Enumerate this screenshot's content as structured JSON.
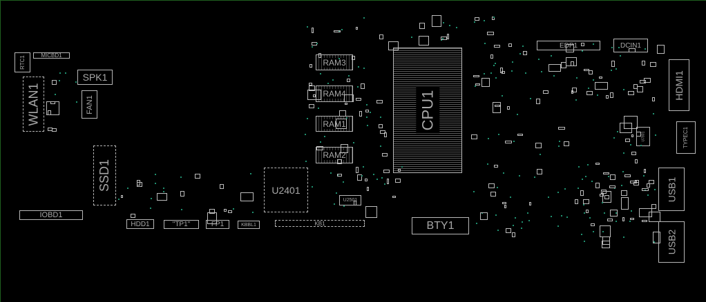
{
  "components": {
    "rtc1": "RTC1",
    "micbd1": "MICBD1",
    "spk1": "SPK1",
    "wlan1": "WLAN1",
    "fan1": "FAN1",
    "ssd1": "SSD1",
    "iobd1": "IOBD1",
    "hdd1": "HDD1",
    "tp1": "\"TP1\"",
    "fp1": "FP1",
    "kbbl1": "KBBL1",
    "kb1": "KB1",
    "u2401": "U2401",
    "u2501": "U2501",
    "ram3": "RAM3",
    "ram4": "RAM4",
    "ram1": "RAM1",
    "ram2": "RAM2",
    "cpu1": "CPU1",
    "bty1": "BTY1",
    "edp1": "EDP1",
    "dcin1": "DCIN1",
    "hdmi1": "HDMI1",
    "typec1": "TYPEC1",
    "u7801": "U7801",
    "usb1": "USB1",
    "usb2": "USB2"
  }
}
